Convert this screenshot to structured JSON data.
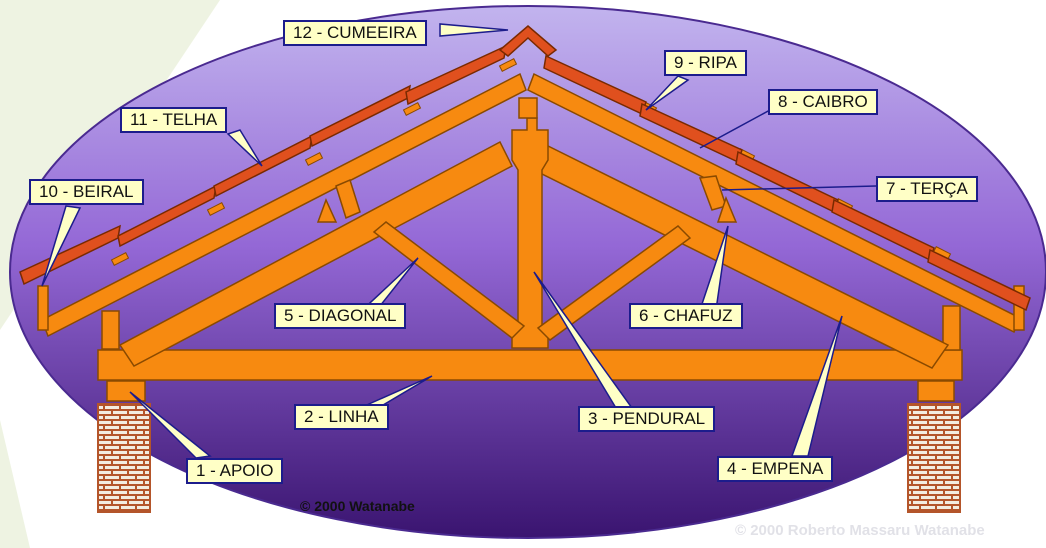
{
  "labels": {
    "cumeeira": "12 - CUMEEIRA",
    "ripa": "9 - RIPA",
    "caibro": "8 - CAIBRO",
    "telha": "11 - TELHA",
    "beiral": "10 - BEIRAL",
    "terca": "7 - TERÇA",
    "diagonal": "5 - DIAGONAL",
    "chafuz": "6 - CHAFUZ",
    "linha": "2 - LINHA",
    "pendural": "3 - PENDURAL",
    "apoio": "1 - APOIO",
    "empena": "4 - EMPENA"
  },
  "copyright": "© 2000 Watanabe",
  "watermark": "© 2000 Roberto Massaru Watanabe",
  "colors": {
    "wood": "#f78a10",
    "tile": "#e0501e",
    "label_bg": "#ffffc6",
    "label_border": "#1c1c8c",
    "ellipse_top": "#b8a8e8",
    "ellipse_bottom": "#3a1470",
    "brick": "#b4552a"
  }
}
